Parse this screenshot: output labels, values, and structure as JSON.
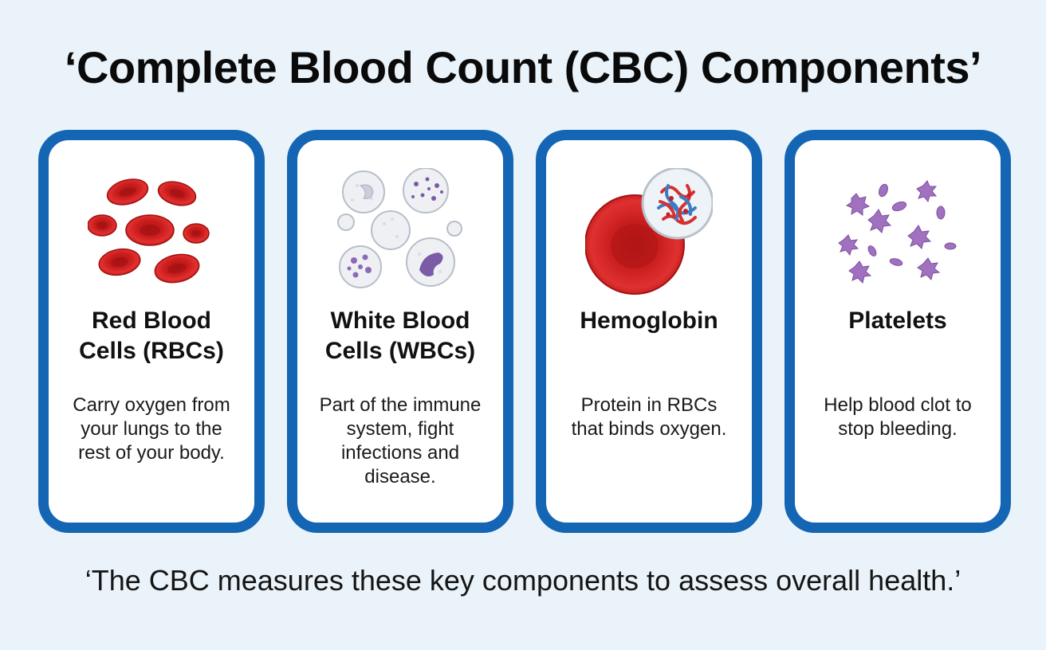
{
  "title": "‘Complete Blood Count (CBC) Components’",
  "cards": [
    {
      "icon": "red-blood-cells-icon",
      "title_line1": "Red Blood",
      "title_line2": "Cells (RBCs)",
      "description": "Carry oxygen from your lungs to the rest of your body."
    },
    {
      "icon": "white-blood-cells-icon",
      "title_line1": "White Blood",
      "title_line2": "Cells (WBCs)",
      "description": "Part of the immune system, fight infections and disease."
    },
    {
      "icon": "hemoglobin-icon",
      "title_line1": "Hemoglobin",
      "title_line2": "",
      "description": "Protein in RBCs that binds oxygen."
    },
    {
      "icon": "platelets-icon",
      "title_line1": "Platelets",
      "title_line2": "",
      "description": "Help blood clot to stop bleeding."
    }
  ],
  "footer": "‘The CBC measures these key components to assess overall health.’",
  "colors": {
    "background": "#eaf3f9",
    "card_border": "#1466b4",
    "rbc_red": "#d42323",
    "wbc_purple": "#7a5aa8",
    "platelet_purple": "#a071bf"
  }
}
